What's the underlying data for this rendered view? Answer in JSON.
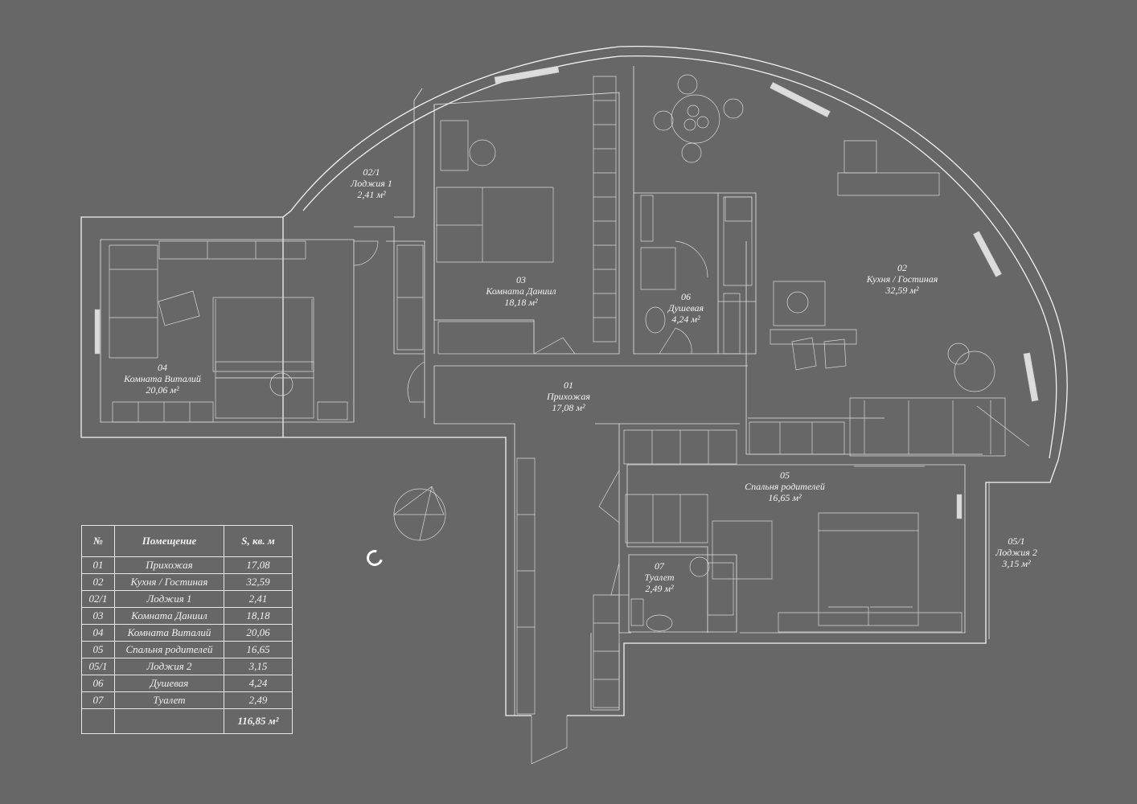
{
  "rooms": [
    {
      "number": "01",
      "name": "Прихожая",
      "area": "17,08 м²"
    },
    {
      "number": "02",
      "name": "Кухня / Гостиная",
      "area": "32,59 м²"
    },
    {
      "number": "02/1",
      "name": "Лоджия 1",
      "area": "2,41 м²"
    },
    {
      "number": "03",
      "name": "Комната Даниил",
      "area": "18,18 м²"
    },
    {
      "number": "04",
      "name": "Комната Виталий",
      "area": "20,06 м²"
    },
    {
      "number": "05",
      "name": "Спальня родителей",
      "area": "16,65 м²"
    },
    {
      "number": "05/1",
      "name": "Лоджия 2",
      "area": "3,15 м²"
    },
    {
      "number": "06",
      "name": "Душевая",
      "area": "4,24 м²"
    },
    {
      "number": "07",
      "name": "Туалет",
      "area": "2,49 м²"
    }
  ],
  "legend": {
    "headers": [
      "№",
      "Помещение",
      "S, кв. м"
    ],
    "rows": [
      [
        "01",
        "Прихожая",
        "17,08"
      ],
      [
        "02",
        "Кухня / Гостиная",
        "32,59"
      ],
      [
        "02/1",
        "Лоджия 1",
        "2,41"
      ],
      [
        "03",
        "Комната Даниил",
        "18,18"
      ],
      [
        "04",
        "Комната Виталий",
        "20,06"
      ],
      [
        "05",
        "Спальня родителей",
        "16,65"
      ],
      [
        "05/1",
        "Лоджия 2",
        "3,15"
      ],
      [
        "06",
        "Душевая",
        "4,24"
      ],
      [
        "07",
        "Туалет",
        "2,49"
      ]
    ],
    "total": "116,85 м²"
  },
  "colors": {
    "background": "#676767",
    "lines": "#f2f2f2"
  },
  "icons": {
    "loading": "loading-spinner-icon",
    "north": "compass-icon"
  }
}
